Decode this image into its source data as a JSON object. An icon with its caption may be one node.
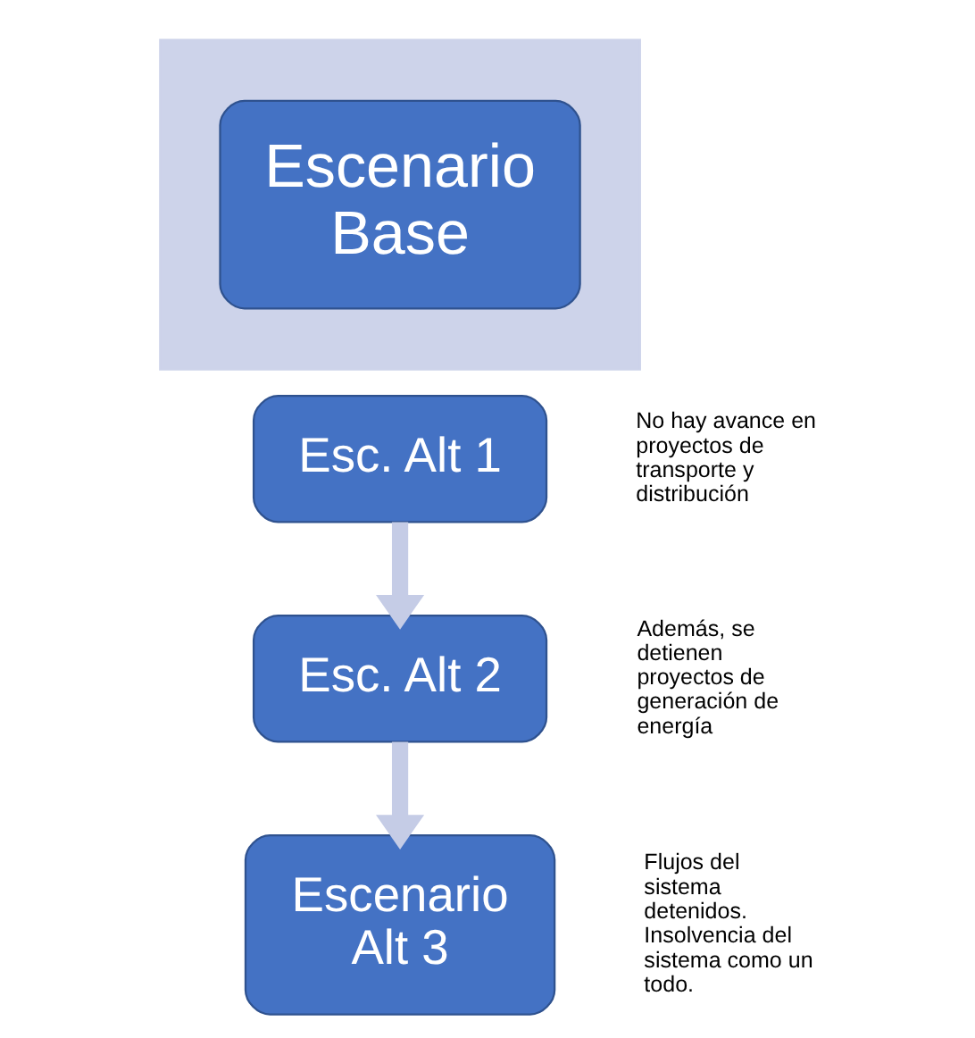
{
  "diagram": {
    "nodes": [
      {
        "text": [],
        "shape": "arrow"
      },
      {
        "text": [
          "Escenario Base"
        ],
        "in": 0
      },
      {
        "text": [
          "Esc. Alt 1"
        ],
        "beside": [
          "No hay avance en proyectos de transporte y distribución"
        ]
      },
      {
        "text": [
          "Esc. Alt 2"
        ],
        "beside": [
          "Además, se detienen proyectos de generación de energía"
        ]
      },
      {
        "text": [
          "Escenario Alt 3"
        ],
        "beside": [
          "Flujos del sistema detenidos. Insolvencia del sistema como un todo."
        ]
      }
    ],
    "edges": [
      {
        "from": 2,
        "to": 3,
        "arrow": "to"
      },
      {
        "from": 3,
        "to": 4,
        "arrow": "to"
      }
    ]
  }
}
